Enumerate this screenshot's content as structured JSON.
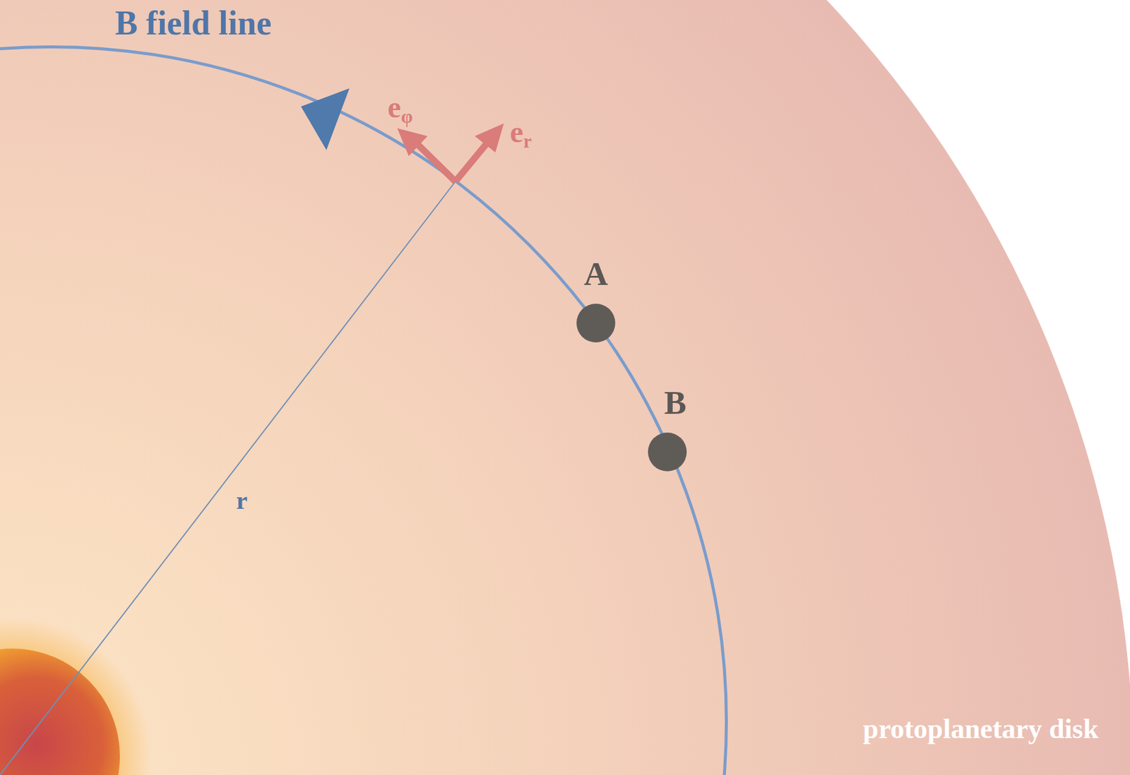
{
  "diagram": {
    "nodes": [
      {
        "text": [
          "A"
        ]
      },
      {
        "text": [
          "B"
        ]
      }
    ],
    "labels": [
      "B field line",
      "eφ",
      "er",
      "r",
      "protoplanetary disk"
    ]
  }
}
